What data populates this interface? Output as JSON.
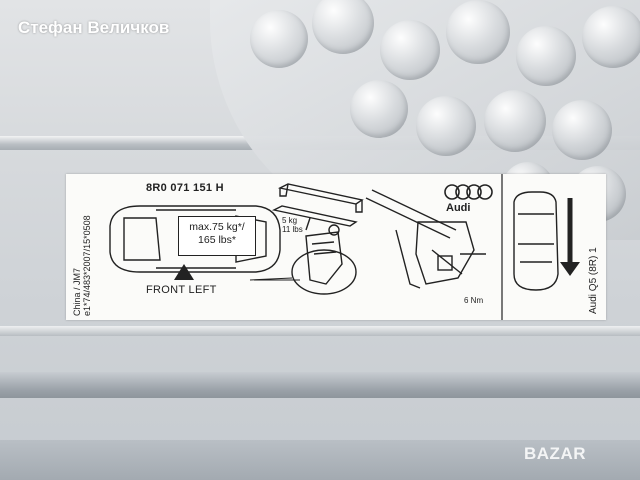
{
  "watermark": {
    "seller_name": "Стефан Величков",
    "site_logo": "BAZAR"
  },
  "sticker": {
    "part_number": "8R0 071 151 H",
    "side_origin": "China / JM7",
    "side_approval": "e1*74/483*2007/15*0508",
    "max_load_line1": "max.75 kg*/",
    "max_load_line2": "165 lbs*",
    "front_label": "FRONT LEFT",
    "weight_line1": "5 kg",
    "weight_line2": "11 lbs",
    "torque": "6 Nm",
    "brand_word": "Audi",
    "model_text": "Audi Q5 (8R) 1",
    "icons": [
      "car-top-view-icon",
      "roof-bar-icon",
      "mounting-foot-icon",
      "bar-clamp-icon",
      "audi-rings-icon",
      "car-side-icon",
      "arrow-down-icon"
    ]
  },
  "colors": {
    "sticker_bg": "#fbfbf9",
    "ink": "#222222",
    "roof_metal": "#d7dadd"
  }
}
